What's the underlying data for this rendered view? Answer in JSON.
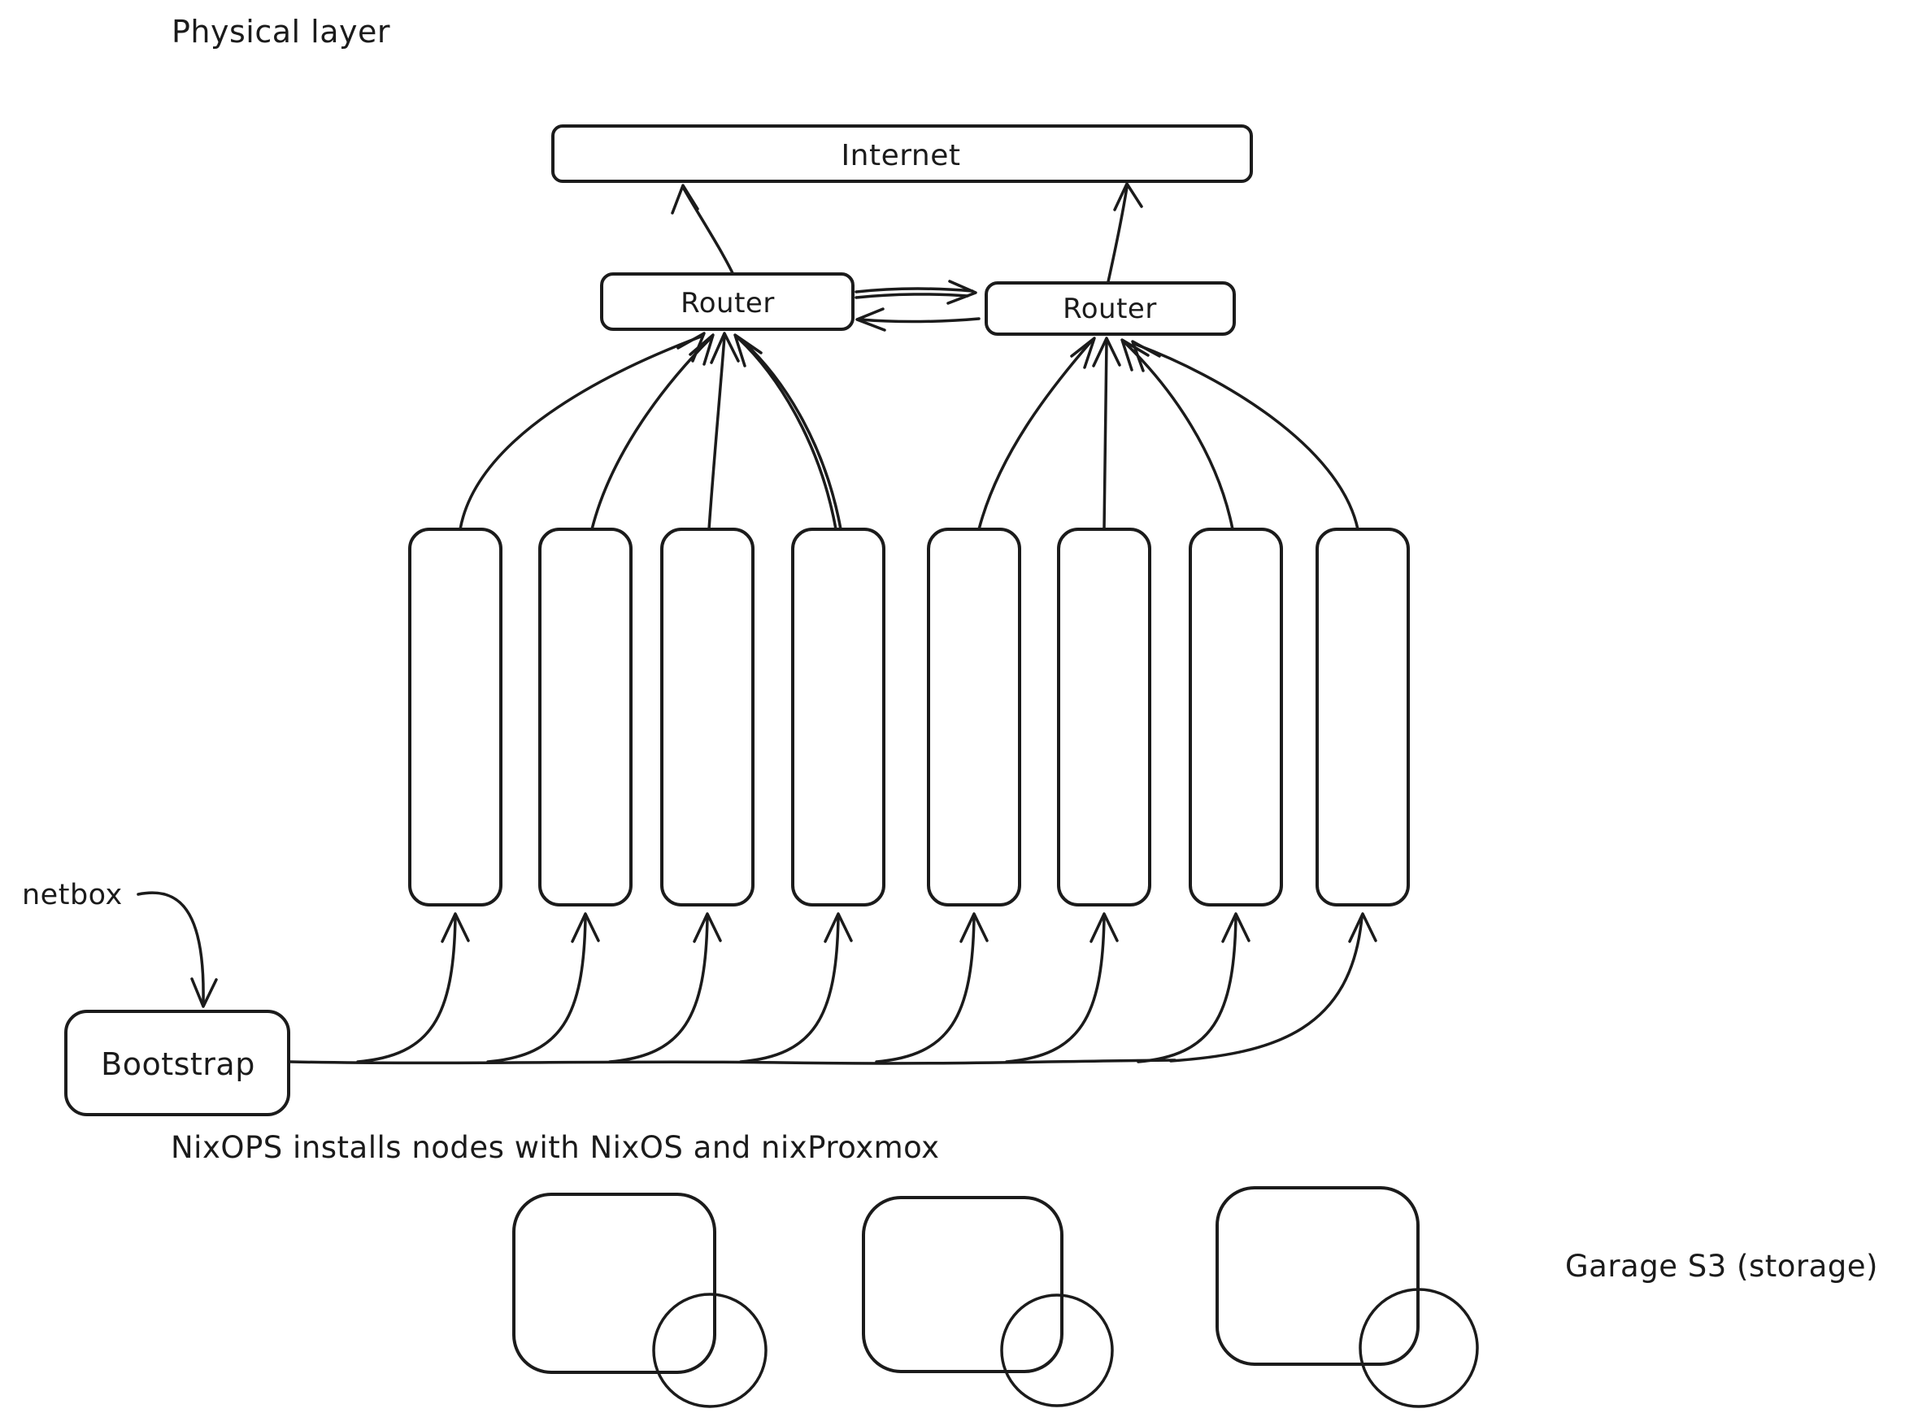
{
  "page": {
    "background": "#ffffff",
    "ink": "#1b1b1b"
  },
  "diagram": {
    "title": "Physical layer",
    "internet_label": "Internet",
    "router_left_label": "Router",
    "router_right_label": "Router",
    "netbox_label": "netbox",
    "bootstrap_label": "Bootstrap",
    "caption": "NixOPS installs nodes with NixOS and nixProxmox",
    "storage_label": "Garage S3 (storage)",
    "node_count": 8,
    "storage_cluster_count": 3
  }
}
